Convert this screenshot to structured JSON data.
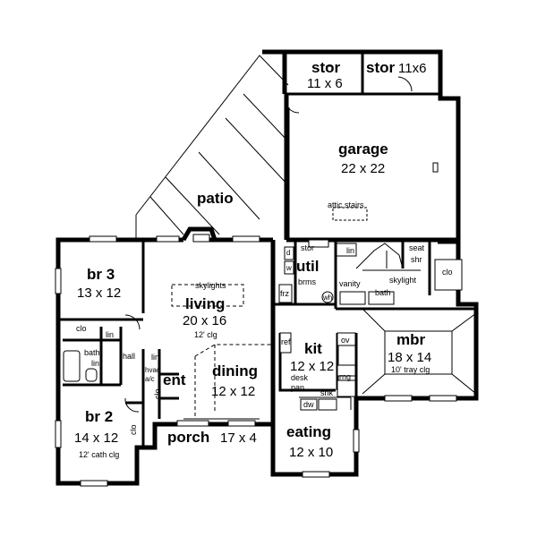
{
  "rooms": {
    "stor1": {
      "name": "stor",
      "dims": "11 x 6"
    },
    "stor2": {
      "name": "stor",
      "dims": "11x6"
    },
    "garage": {
      "name": "garage",
      "dims": "22 x 22",
      "note": "attic stairs"
    },
    "patio": {
      "name": "patio"
    },
    "br3": {
      "name": "br 3",
      "dims": "13 x 12"
    },
    "living": {
      "name": "living",
      "dims": "20 x 16",
      "note": "12' clg",
      "skylights": "skylights"
    },
    "util": {
      "name": "util"
    },
    "kit": {
      "name": "kit",
      "dims": "12 x 12"
    },
    "mbr": {
      "name": "mbr",
      "dims": "18 x 14",
      "note": "10' tray clg"
    },
    "dining": {
      "name": "dining",
      "dims": "12 x 12"
    },
    "ent": {
      "name": "ent"
    },
    "hall": {
      "name": "hall"
    },
    "bath_small": {
      "name": "bath"
    },
    "br2": {
      "name": "br 2",
      "dims": "14 x 12",
      "note": "12' cath clg"
    },
    "porch": {
      "name": "porch",
      "dims": "17 x 4"
    },
    "eating": {
      "name": "eating",
      "dims": "12 x 10"
    },
    "master_bath": {
      "name": "bath",
      "skylight": "skylight"
    }
  },
  "labels": {
    "clo": "clo",
    "lin": "lin",
    "stor": "stor",
    "d": "d",
    "w": "w",
    "frz": "frz",
    "brms": "brms",
    "wh": "wh",
    "vanity": "vanity",
    "seat": "seat",
    "shr": "shr",
    "ref": "ref",
    "ov": "ov",
    "rng": "rng",
    "desk": "desk",
    "pan": "pan",
    "dw": "dw",
    "snk": "snk",
    "hvac": "hvac",
    "ac": "a/c"
  }
}
